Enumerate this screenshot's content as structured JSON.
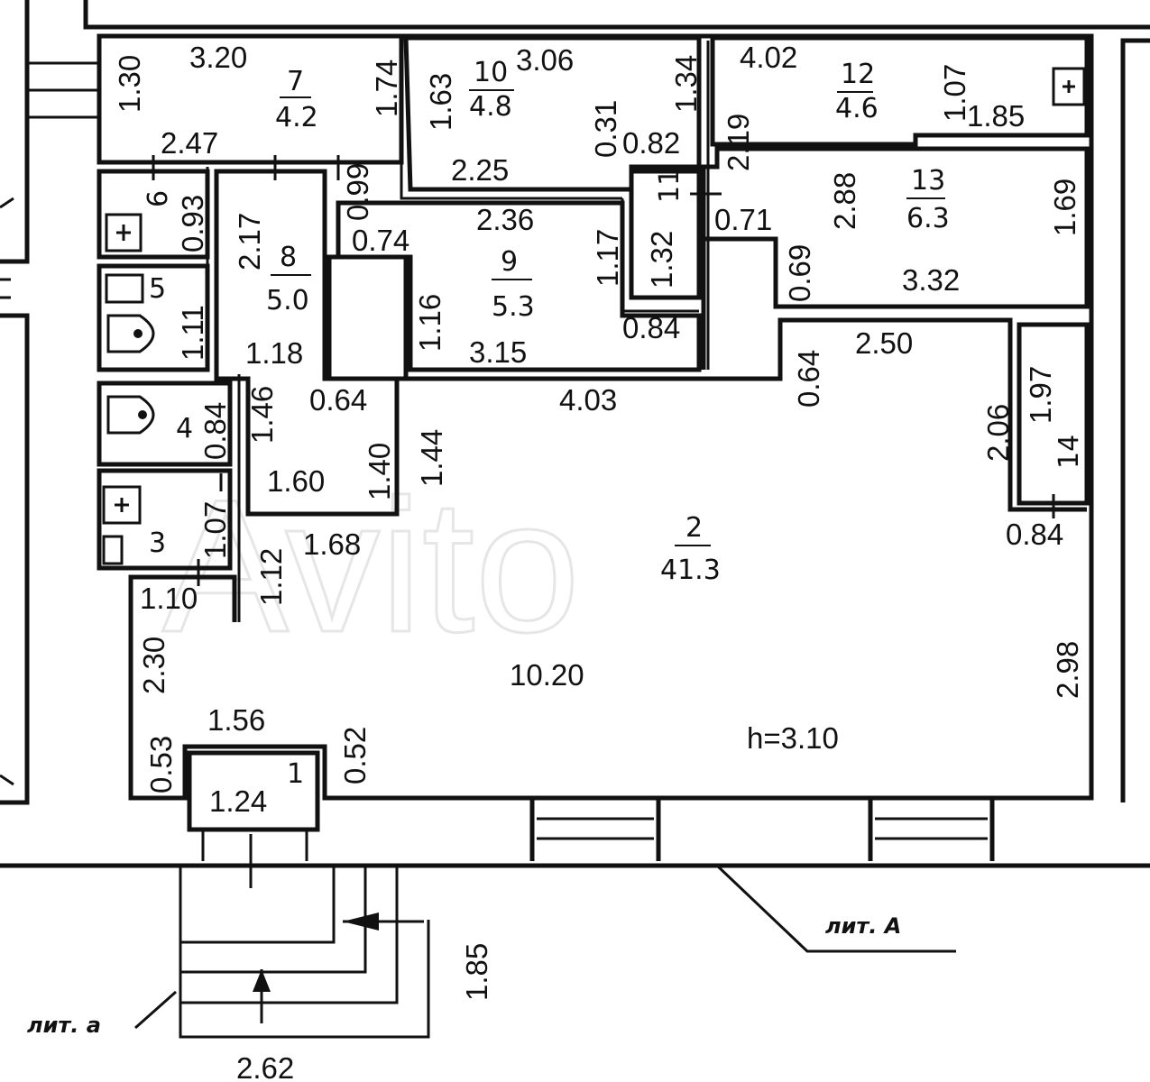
{
  "dimensions": {
    "d1": "3.20",
    "d2": "1.30",
    "d3": "1.74",
    "d4": "2.47",
    "d5": "1.63",
    "d6": "3.06",
    "d7": "1.34",
    "d8": "0.31",
    "d9": "0.82",
    "d10": "2.25",
    "d11": "4.02",
    "d12": "1.07",
    "d13": "1.85",
    "d14": "2.19",
    "d15": "0.93",
    "d16": "2.17",
    "d17": "0.99",
    "d18": "0.74",
    "d19": "2.36",
    "d20": "1.17",
    "d21": "1.32",
    "d22": "0.71",
    "d23": "2.88",
    "d24": "1.69",
    "d25": "0.69",
    "d26": "3.32",
    "d27": "1.11",
    "d28": "1.18",
    "d29": "1.16",
    "d30": "3.15",
    "d31": "0.84",
    "d32": "0.64",
    "d33": "4.03",
    "d34": "0.64",
    "d35": "2.50",
    "d36": "1.97",
    "d37": "2.06",
    "d38": "0.84",
    "d39": "1.46",
    "d40": "1.40",
    "d41": "1.44",
    "d42": "1.60",
    "d43": "1.07",
    "d44": "1.12",
    "d45": "1.68",
    "d46": "0.84",
    "d47": "1.10",
    "d48": "2.30",
    "d49": "10.20",
    "d50": "2.98",
    "d51": "0.53",
    "d52": "1.56",
    "d53": "0.52",
    "d54": "1.24",
    "d55": "1.85",
    "d56": "2.62"
  },
  "rooms": {
    "r7": {
      "number": "7",
      "area": "4.2"
    },
    "r10": {
      "number": "10",
      "area": "4.8"
    },
    "r12": {
      "number": "12",
      "area": "4.6"
    },
    "r13": {
      "number": "13",
      "area": "6.3"
    },
    "r11": {
      "number": "11"
    },
    "r8": {
      "number": "8",
      "area": "5.0"
    },
    "r9": {
      "number": "9",
      "area": "5.3"
    },
    "r6": {
      "number": "6"
    },
    "r5": {
      "number": "5"
    },
    "r4": {
      "number": "4"
    },
    "r3": {
      "number": "3"
    },
    "r2": {
      "number": "2",
      "area": "41.3"
    },
    "r14": {
      "number": "14"
    },
    "r1": {
      "number": "1"
    }
  },
  "ceiling_height": "h=3.10",
  "labels": {
    "lit_a": "лит. А",
    "lit_b": "лит. а"
  },
  "watermark": "Avito"
}
